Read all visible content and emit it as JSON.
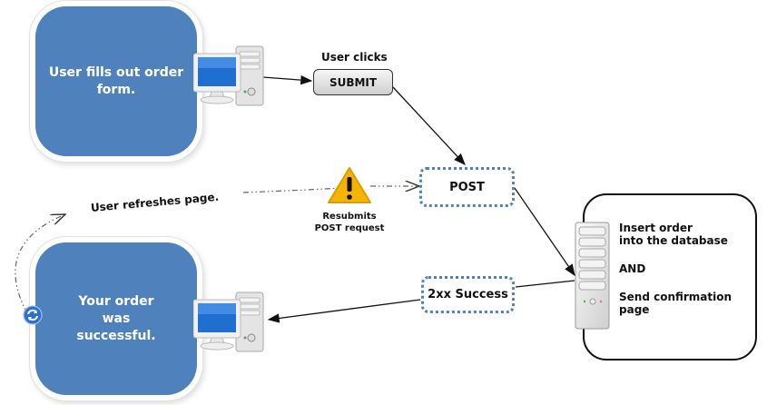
{
  "diagram": {
    "client_top": {
      "lines": [
        "User fills out order",
        "form."
      ]
    },
    "client_bottom": {
      "lines": [
        "Your order",
        "was",
        "successful."
      ]
    },
    "submit": {
      "caption": "User clicks",
      "button_label": "SUBMIT"
    },
    "post_box": {
      "label": "POST"
    },
    "success_box": {
      "label": "2xx Success"
    },
    "refresh": {
      "label": "User refreshes page."
    },
    "warning": {
      "lines": [
        "Resubmits",
        "POST request"
      ]
    },
    "server": {
      "lines": [
        "Insert order",
        "into the database",
        "AND",
        "Send confirmation",
        "page"
      ]
    },
    "colors": {
      "box_blue": "#4f81bd",
      "warning_yellow": "#f5b400",
      "line": "#222222"
    }
  }
}
